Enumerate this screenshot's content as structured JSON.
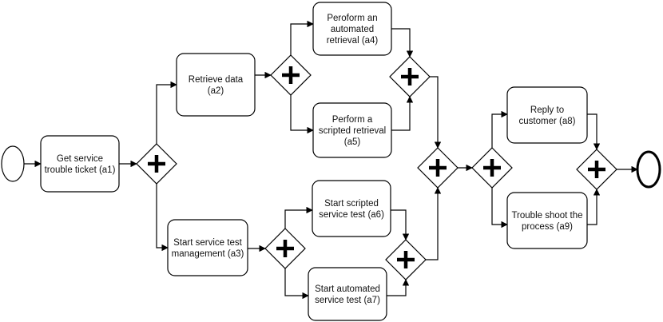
{
  "diagram": {
    "events": [
      {
        "id": "start",
        "kind": "start"
      },
      {
        "id": "end",
        "kind": "end"
      }
    ],
    "tasks": [
      {
        "id": "a1",
        "lines": [
          "Get service",
          "trouble ticket (a1)"
        ]
      },
      {
        "id": "a2",
        "lines": [
          "Retrieve data",
          "(a2)"
        ]
      },
      {
        "id": "a3",
        "lines": [
          "Start service test",
          "management (a3)"
        ]
      },
      {
        "id": "a4",
        "lines": [
          "Peroform an",
          "automated",
          "retrieval (a4)"
        ]
      },
      {
        "id": "a5",
        "lines": [
          "Perform a",
          "scripted retrieval",
          "(a5)"
        ]
      },
      {
        "id": "a6",
        "lines": [
          "Start scripted",
          "service test (a6)"
        ]
      },
      {
        "id": "a7",
        "lines": [
          "Start automated",
          "service test (a7)"
        ]
      },
      {
        "id": "a8",
        "lines": [
          "Reply to",
          "customer (a8)"
        ]
      },
      {
        "id": "a9",
        "lines": [
          "Trouble shoot the",
          "process (a9)"
        ]
      }
    ],
    "gateways": [
      {
        "id": "g1",
        "kind": "parallel"
      },
      {
        "id": "g2",
        "kind": "parallel"
      },
      {
        "id": "g3",
        "kind": "parallel"
      },
      {
        "id": "g4",
        "kind": "parallel"
      },
      {
        "id": "g5",
        "kind": "parallel"
      },
      {
        "id": "g6",
        "kind": "parallel"
      },
      {
        "id": "g7",
        "kind": "parallel"
      },
      {
        "id": "g8",
        "kind": "parallel"
      }
    ],
    "flows": [
      [
        "start",
        "a1"
      ],
      [
        "a1",
        "g1"
      ],
      [
        "g1",
        "a2"
      ],
      [
        "g1",
        "a3"
      ],
      [
        "a2",
        "g2"
      ],
      [
        "g2",
        "a4"
      ],
      [
        "g2",
        "a5"
      ],
      [
        "a4",
        "g3"
      ],
      [
        "a5",
        "g3"
      ],
      [
        "a3",
        "g4"
      ],
      [
        "g4",
        "a6"
      ],
      [
        "g4",
        "a7"
      ],
      [
        "a6",
        "g5"
      ],
      [
        "a7",
        "g5"
      ],
      [
        "g3",
        "g6"
      ],
      [
        "g5",
        "g6"
      ],
      [
        "g6",
        "g7"
      ],
      [
        "g7",
        "a8"
      ],
      [
        "g7",
        "a9"
      ],
      [
        "a8",
        "g8"
      ],
      [
        "a9",
        "g8"
      ],
      [
        "g8",
        "end"
      ]
    ],
    "colors": {
      "stroke": "#000000",
      "fill": "#ffffff",
      "text": "#111111"
    }
  }
}
